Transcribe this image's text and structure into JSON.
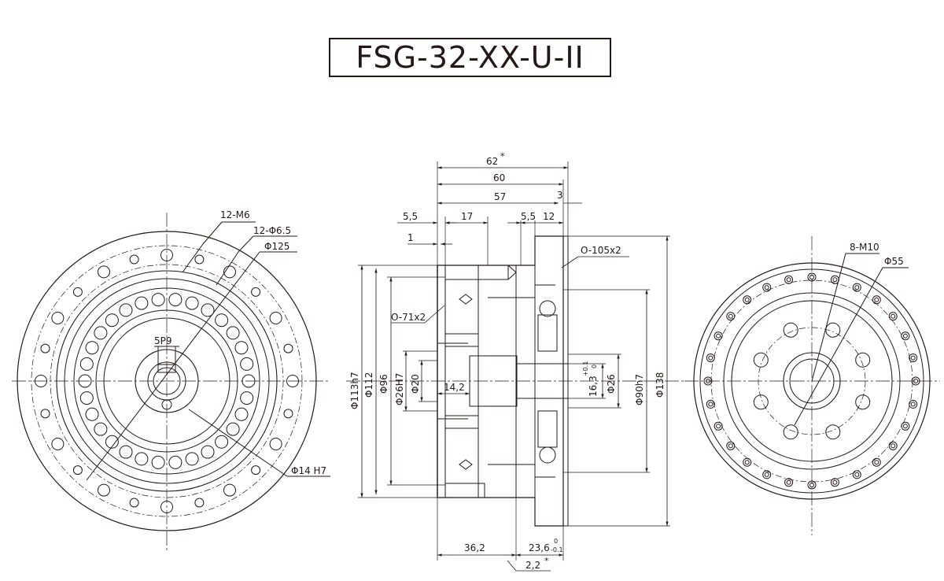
{
  "title": "FSG-32-XX-U-II",
  "colors": {
    "line": "#231815",
    "background": "#ffffff"
  },
  "left_view": {
    "labels": {
      "holes_tapped": "12-M6",
      "holes_drilled": "12-Φ6.5",
      "pcd": "Φ125",
      "key": "5P9",
      "bore": "Φ14 H7"
    }
  },
  "side_view": {
    "dims_top": {
      "overall_star": "62",
      "overall": "60",
      "body": "57",
      "flange": "3",
      "left_step": "5,5",
      "left_len": "17",
      "right_step": "5,5",
      "right_len": "12",
      "small": "1"
    },
    "dims_left": {
      "d113": "Φ113h7",
      "d112": "Φ112",
      "d96": "Φ96",
      "d26": "Φ26H7",
      "d20": "Φ20",
      "depth": "14,2"
    },
    "dims_right": {
      "d16": "16,3",
      "d16_tol_up": "+0.1",
      "d16_tol_low": "0",
      "d26": "Φ26",
      "d90": "Φ90h7",
      "d138": "Φ138"
    },
    "orings": {
      "top": "O-105x2",
      "left": "O-71x2"
    },
    "dims_bottom": {
      "left": "36,2",
      "right": "23,6",
      "right_tol_up": "0",
      "right_tol_low": "-0.1",
      "small": "2,2"
    },
    "star": "*"
  },
  "right_view": {
    "labels": {
      "holes": "8-M10",
      "pcd": "Φ55"
    }
  }
}
